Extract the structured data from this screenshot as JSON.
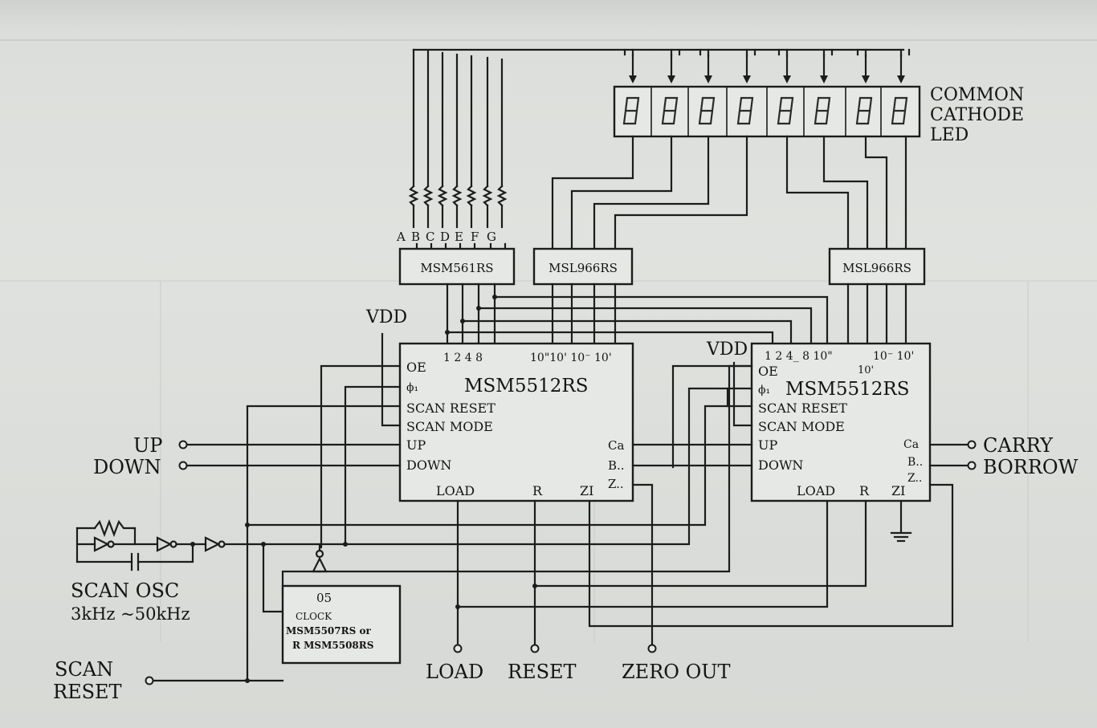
{
  "display": {
    "label_lines": [
      "COMMON",
      "CATHODE",
      "LED"
    ]
  },
  "segment_labels": [
    "A",
    "B",
    "C",
    "D",
    "E",
    "F",
    "G"
  ],
  "ics": {
    "decoder": "MSM561RS",
    "driver_left": "MSL966RS",
    "driver_right": "MSL966RS",
    "counter_left": "MSM5512RS",
    "counter_right": "MSM5512RS",
    "clock_pin": "05",
    "clock_title": "CLOCK",
    "clock_line1": "MSM5507RS or",
    "clock_line2": "R MSM5508RS"
  },
  "counter_pins": {
    "oe": "OE",
    "phi": "ϕ₁",
    "scan_reset": "SCAN RESET",
    "scan_mode": "SCAN MODE",
    "up": "UP",
    "down": "DOWN",
    "load": "LOAD",
    "r": "R",
    "zi": "ZI",
    "ca": "Ca",
    "b": "B..",
    "z": "Z..",
    "left_top": "1 2 4 8",
    "left_top2": "10\"10' 10⁻ 10'",
    "right_top": "1  2  4_ 8  10\"",
    "right_top2": "10⁻ 10'",
    "right_10": "10'"
  },
  "vdd": "VDD",
  "inputs": {
    "up": "UP",
    "down": "DOWN",
    "scan_reset_1": "SCAN",
    "scan_reset_2": "RESET"
  },
  "outputs": {
    "carry": "CARRY",
    "borrow": "BORROW",
    "load": "LOAD",
    "reset": "RESET",
    "zero_out": "ZERO OUT"
  },
  "oscillator": {
    "label": "SCAN OSC",
    "range": "3kHz ~50kHz"
  }
}
